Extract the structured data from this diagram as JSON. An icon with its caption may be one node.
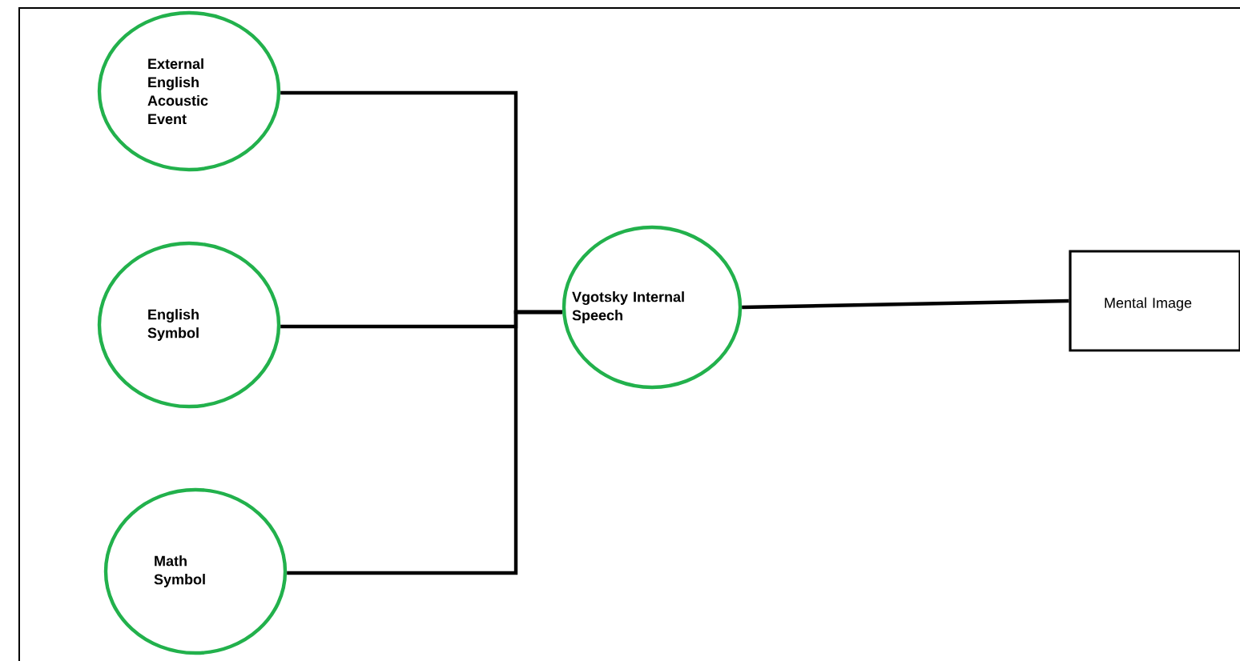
{
  "diagram": {
    "nodes": [
      {
        "text": [
          "External English Acoustic Event"
        ]
      },
      {
        "text": [
          "English Symbol"
        ]
      },
      {
        "text": [
          "Math Symbol"
        ]
      },
      {
        "text": [
          "Vgotsky Internal Speech"
        ]
      },
      {
        "text": [
          "Mental Image"
        ]
      }
    ],
    "edges": [
      {
        "from": 0,
        "to": 3,
        "arrow": "none"
      },
      {
        "from": 1,
        "to": 3,
        "arrow": "none"
      },
      {
        "from": 2,
        "to": 3,
        "arrow": "none"
      },
      {
        "from": 3,
        "to": 4,
        "arrow": "none"
      }
    ]
  }
}
